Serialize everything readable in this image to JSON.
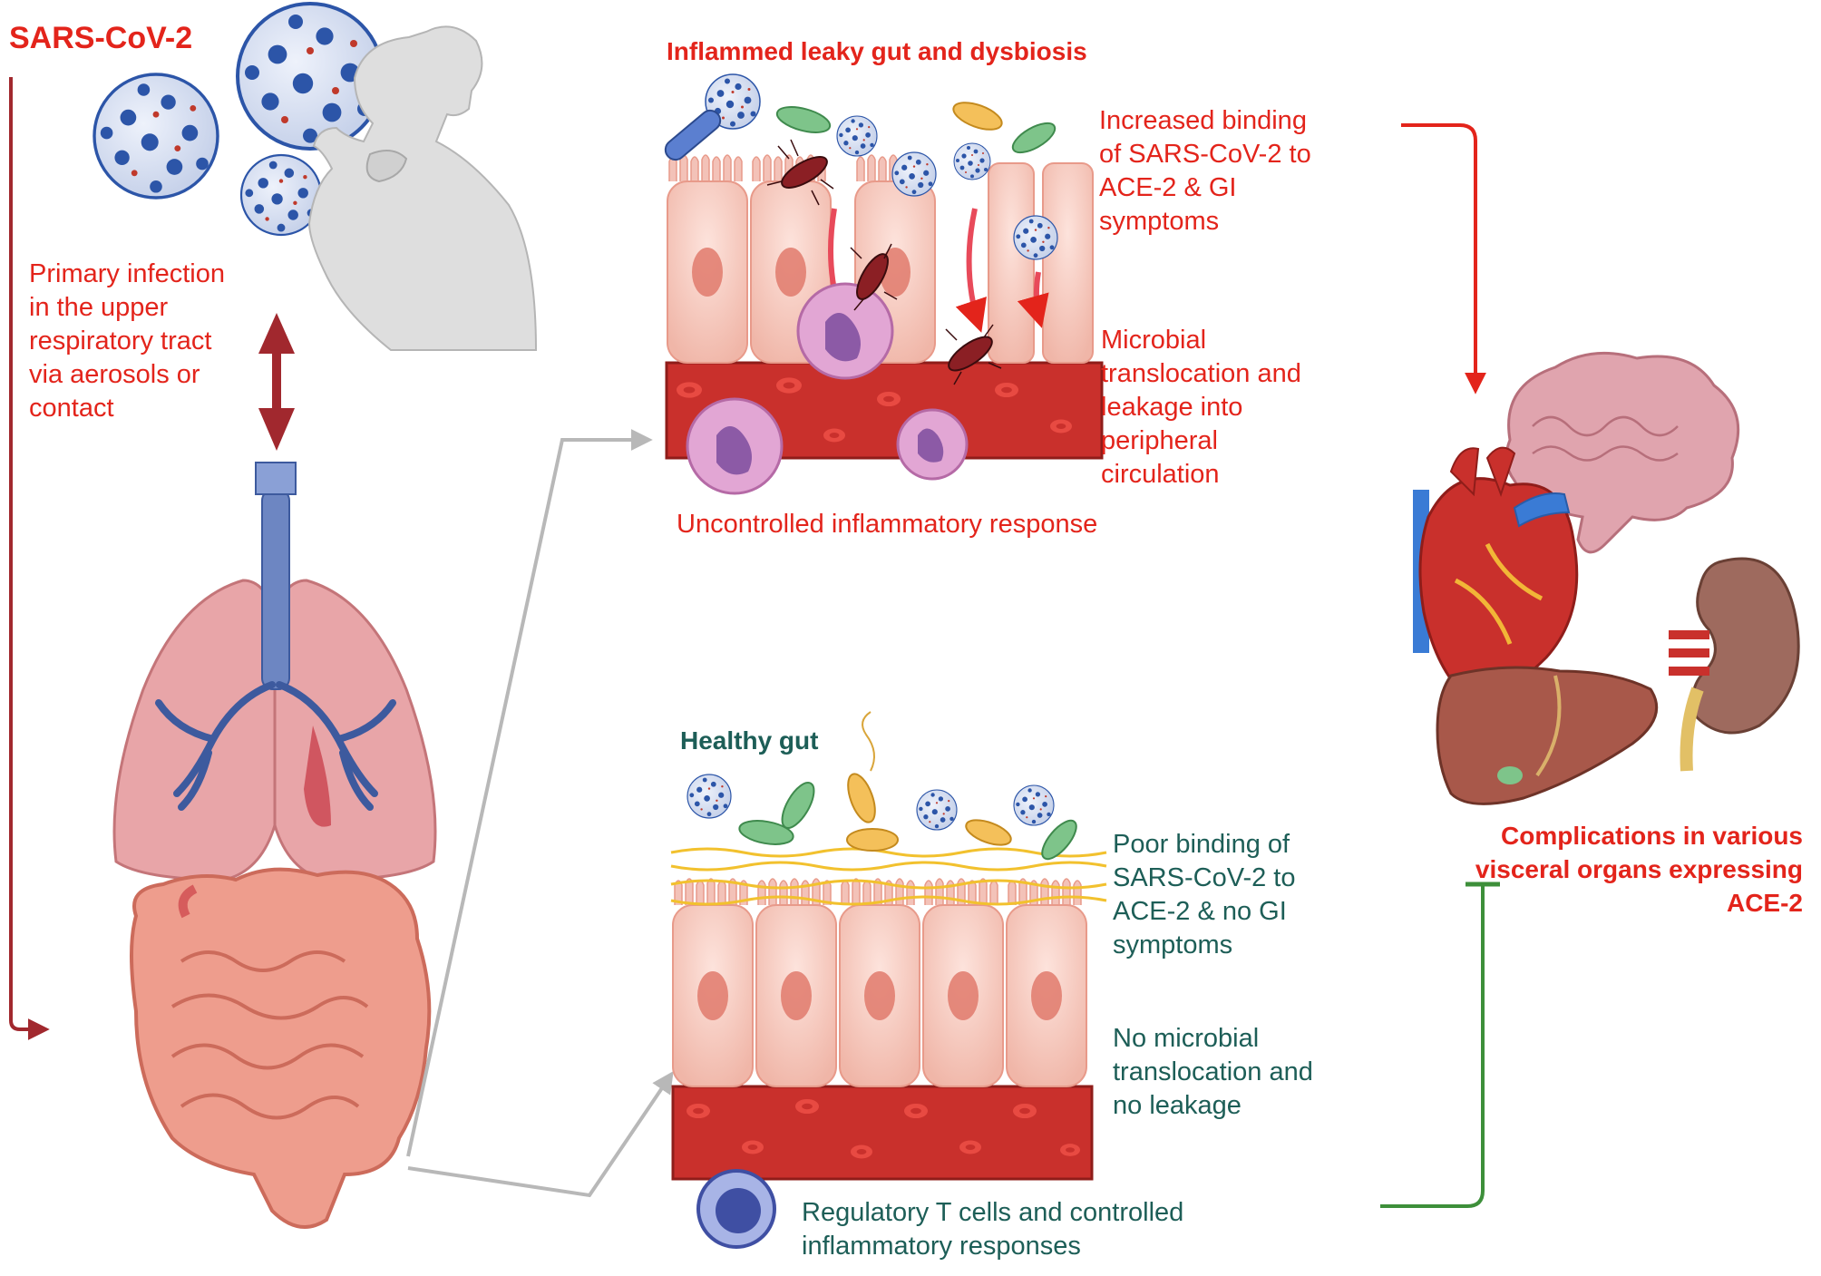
{
  "labels": {
    "sars_cov_2": "SARS-CoV-2",
    "primary_infection": "Primary infection\nin the upper\nrespiratory tract\nvia aerosols or\ncontact",
    "inflamed_title": "Inflammed leaky gut and dysbiosis",
    "increased_binding": "Increased binding\nof SARS-CoV-2 to\nACE-2 & GI\nsymptoms",
    "microbial_translocation": "Microbial\ntranslocation and\nleakage into\nperipheral\ncirculation",
    "uncontrolled_response": "Uncontrolled inflammatory response",
    "healthy_title": "Healthy gut",
    "poor_binding": "Poor binding of\nSARS-CoV-2 to\nACE-2 & no GI\nsymptoms",
    "no_translocation": "No microbial\ntranslocation and\nno leakage",
    "regulatory_t_cells": "Regulatory T cells and controlled\ninflammatory responses",
    "complications": "Complications in various\nvisceral organs expressing\nACE-2"
  },
  "colors": {
    "red_text": "#e3241b",
    "teal_text": "#1d5e57",
    "dark_red_arrow": "#a1282e",
    "bright_red_arrow": "#e3241b",
    "green_line": "#3d8f3a",
    "gray_arrow": "#b8b8b8",
    "cell_pink": "#f3c2b8",
    "blood_red": "#c9302c",
    "virus_blue": "#2c55a8"
  }
}
